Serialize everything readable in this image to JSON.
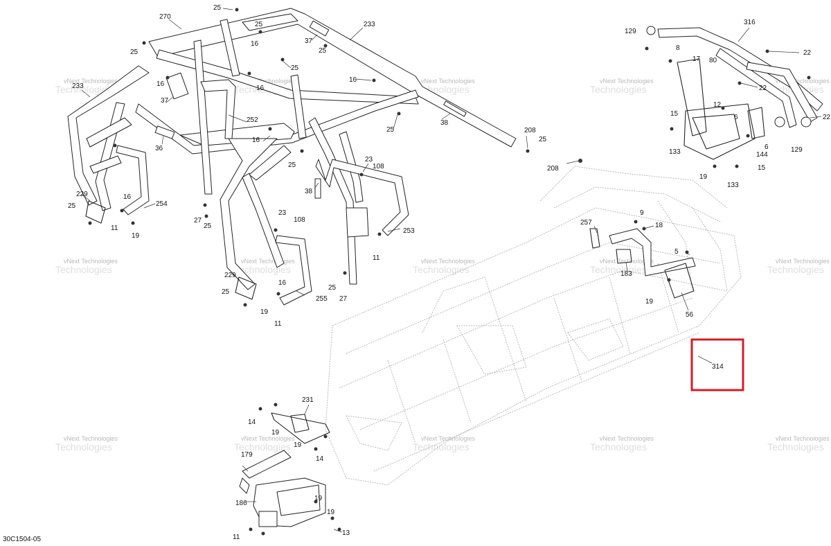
{
  "document_id": "30C1504-05",
  "watermark": {
    "line1": "vNext Technologies",
    "line2": "Technologies"
  },
  "callouts": {
    "c270": "270",
    "c25a": "25",
    "c233a": "233",
    "c25b": "25",
    "c37a": "37",
    "c25c": "25",
    "c16a": "16",
    "c25d": "25",
    "c25e": "25",
    "c16b": "16",
    "c16c": "16",
    "c233b": "233",
    "c16d": "16",
    "c37b": "37",
    "c252": "252",
    "c36": "36",
    "c16e": "16",
    "c25f": "25",
    "c25g": "25",
    "c38a": "38",
    "c208a": "208",
    "c25h": "25",
    "c208b": "208",
    "c23a": "23",
    "c108a": "108",
    "c38b": "38",
    "c229a": "229",
    "c25i": "25",
    "c16f": "16",
    "c254": "254",
    "c11a": "11",
    "c19a": "19",
    "c27a": "27",
    "c25j": "25",
    "c23b": "23",
    "c108b": "108",
    "c253": "253",
    "c11b": "11",
    "c229b": "229",
    "c16g": "16",
    "c25k": "25",
    "c255": "255",
    "c19b": "19",
    "c11c": "11",
    "c25l": "25",
    "c27b": "27",
    "c129a": "129",
    "c316": "316",
    "c8": "8",
    "c17": "17",
    "c80": "80",
    "c22a": "22",
    "c22b": "22",
    "c22c": "22",
    "c12": "12",
    "c6a": "6",
    "c6b": "6",
    "c15a": "15",
    "c133a": "133",
    "c144": "144",
    "c129b": "129",
    "c19c": "19",
    "c133b": "133",
    "c15b": "15",
    "c257": "257",
    "c9": "9",
    "c18": "18",
    "c5": "5",
    "c183": "183",
    "c19d": "19",
    "c56": "56",
    "c314": "314",
    "c231": "231",
    "c14a": "14",
    "c19e": "19",
    "c19f": "19",
    "c14b": "14",
    "c179": "179",
    "c186": "186",
    "c19g": "19",
    "c19h": "19",
    "c11d": "11",
    "c13": "13"
  },
  "colors": {
    "highlight_box": "#d11f24",
    "line_art": "#222222",
    "ghost_frame": "#b8b8b8",
    "watermark": "#b9b9b9"
  }
}
